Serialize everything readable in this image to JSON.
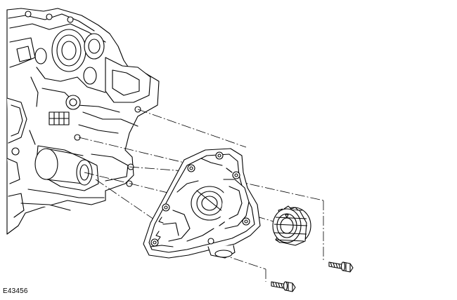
{
  "figure": {
    "id_label": "E43456",
    "line_color": "#000000",
    "background": "#ffffff",
    "parts": [
      {
        "name": "engine-block",
        "icon": "engine-block-drawing"
      },
      {
        "name": "oil-pump-housing",
        "icon": "oil-pump-drawing"
      },
      {
        "name": "crankshaft-sprocket",
        "icon": "sprocket-drawing"
      },
      {
        "name": "retaining-bolt",
        "icon": "bolt-drawing"
      }
    ]
  }
}
